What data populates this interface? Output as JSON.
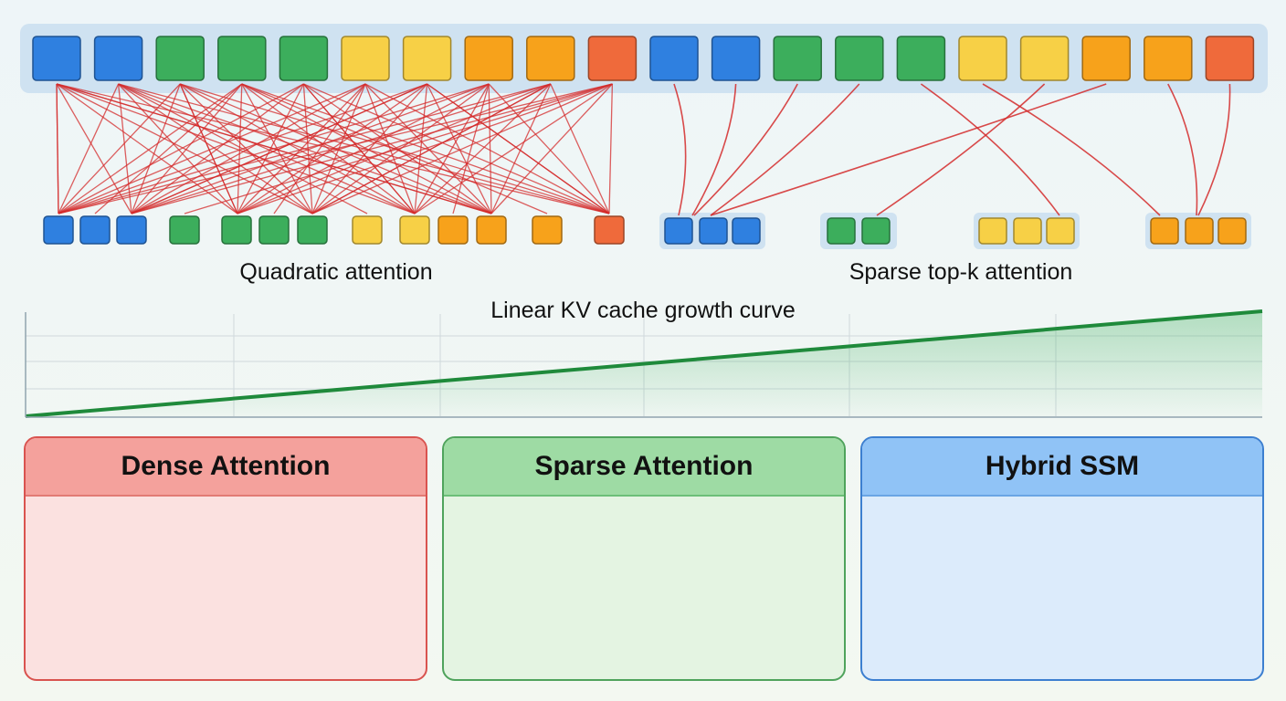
{
  "labels": {
    "quadratic": "Quadratic attention",
    "sparse_topk": "Sparse top-k attention",
    "kv_curve": "Linear KV cache growth curve"
  },
  "panels": {
    "dense": {
      "title": "Dense Attention"
    },
    "sparse": {
      "title": "Sparse Attention"
    },
    "hybrid": {
      "title": "Hybrid SSM"
    }
  },
  "token_sequence": [
    "blue",
    "blue",
    "green",
    "green",
    "green",
    "yellow",
    "yellow",
    "orange",
    "orange",
    "red",
    "blue",
    "blue",
    "green",
    "green",
    "green",
    "yellow",
    "yellow",
    "orange",
    "orange",
    "red"
  ],
  "colors": {
    "blue": "#2f80e0",
    "green": "#3cae5c",
    "yellow": "#f7d046",
    "orange": "#f7a21b",
    "red": "#ef6a3b",
    "edge": "#d42a2a",
    "curve": "#1f8a3b"
  },
  "icons": [
    "chip-icon",
    "cycle-arrows-icon",
    "up-arrow-icon",
    "arrow-right-icon"
  ]
}
